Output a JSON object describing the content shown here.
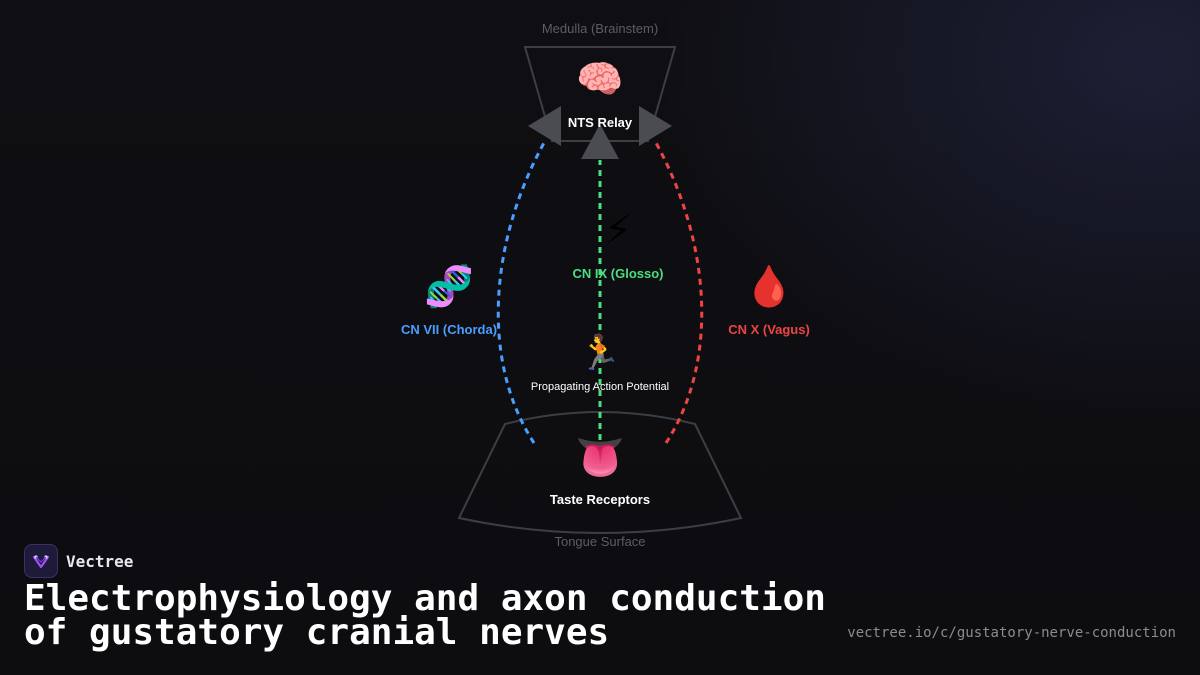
{
  "diagram": {
    "top_region_label": "Medulla (Brainstem)",
    "bottom_region_label": "Tongue Surface",
    "nodes": {
      "nts": {
        "label": "NTS Relay",
        "icon": "brain-icon",
        "glyph": "🧠"
      },
      "taste": {
        "label": "Taste Receptors",
        "icon": "tongue-icon",
        "glyph": "👅"
      },
      "cn7": {
        "label": "CN VII (Chorda)",
        "icon": "dna-icon",
        "glyph": "🧬",
        "color": "#4a9eff"
      },
      "cn9": {
        "label": "CN IX (Glosso)",
        "icon": "lightning-icon",
        "glyph": "⚡",
        "color": "#4ade80"
      },
      "cn10": {
        "label": "CN X (Vagus)",
        "icon": "blood-drop-icon",
        "glyph": "🩸",
        "color": "#ef4444"
      },
      "action_potential": {
        "label": "Propagating Action Potential",
        "icon": "runner-icon",
        "glyph": "🏃"
      }
    }
  },
  "brand": {
    "name": "Vectree",
    "logo": "vectree-logo-icon",
    "accent": "#a855f7"
  },
  "title": "Electrophysiology and axon conduction of gustatory cranial nerves",
  "url": "vectree.io/c/gustatory-nerve-conduction"
}
